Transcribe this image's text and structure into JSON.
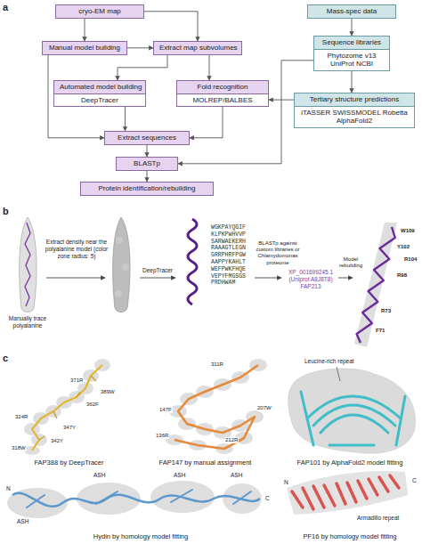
{
  "diagram": {
    "nodes": [
      {
        "text": [
          "cryo-EM map"
        ]
      },
      {
        "text": [
          "Mass-spec data"
        ]
      },
      {
        "text": [
          "Manual model building"
        ]
      },
      {
        "text": [
          "Extract map subvolumes"
        ]
      },
      {
        "text": [
          "Sequence libraries",
          "Phytozome v13 UniProt NCBI"
        ]
      },
      {
        "text": [
          "Automated model building",
          "DeepTracer"
        ]
      },
      {
        "text": [
          "Fold recognition",
          "MOLREP/BALBES"
        ]
      },
      {
        "text": [
          "Tertiary structure predictions",
          "iTASSER SWISSMODEL Robetta AlphaFold2"
        ]
      },
      {
        "text": [
          "Extract sequences"
        ]
      },
      {
        "text": [
          "BLASTp"
        ]
      },
      {
        "text": [
          "Protein identification/rebuilding"
        ]
      }
    ],
    "edges": [
      {
        "from": 0,
        "to": 2,
        "arrow": "to"
      },
      {
        "from": 0,
        "to": 3,
        "arrow": "to"
      },
      {
        "from": 2,
        "to": 3,
        "arrow": "to"
      },
      {
        "from": 3,
        "to": 5,
        "arrow": "to"
      },
      {
        "from": 3,
        "to": 6,
        "arrow": "to"
      },
      {
        "from": 2,
        "to": 8,
        "arrow": "to"
      },
      {
        "from": 5,
        "to": 8,
        "arrow": "to"
      },
      {
        "from": 6,
        "to": 8,
        "arrow": "to"
      },
      {
        "from": 1,
        "to": 4,
        "arrow": "to"
      },
      {
        "from": 4,
        "to": 7,
        "arrow": "to"
      },
      {
        "from": 7,
        "to": 6,
        "arrow": "to"
      },
      {
        "from": 4,
        "to": 9,
        "arrow": "to"
      },
      {
        "from": 8,
        "to": 9,
        "arrow": "to"
      },
      {
        "from": 9,
        "to": 10,
        "arrow": "to"
      }
    ],
    "labels": [
      "a",
      "b",
      "Manually trace polyalanine",
      "Extract density near the polyalanine model (color zone radius: 5)",
      "DeepTracer",
      "WGKPAYQGIF KLPKPWHVVP SARWAEKERH RAAAGTLEGN GRRPHRFPGW AAPPYKAHLT WEFPWKFHQE VEPYFMGSGS PRDHWAM",
      "BLASTp against custom libraries or Chlamydomonas proteome",
      "XP_001699245.1 (Uniprot A8J8T8) FAP213",
      "Model rebuilding",
      "W109",
      "Y102",
      "R104",
      "R98",
      "R73",
      "F71",
      "c",
      "371R",
      "389W",
      "362F",
      "324R",
      "347Y",
      "342Y",
      "318W",
      "311R",
      "147F",
      "207W",
      "136R",
      "212R",
      "Leucine-rich repeat",
      "FAP388 by DeepTracer",
      "FAP147 by manual assignment",
      "FAP101 by AlphaFold2 model fitting",
      "N",
      "ASH",
      "ASH",
      "ASH",
      "ASH",
      "C",
      "N",
      "Armadillo repeat",
      "C",
      "Hydin by homology model fitting",
      "PF16 by homology model fitting"
    ]
  }
}
